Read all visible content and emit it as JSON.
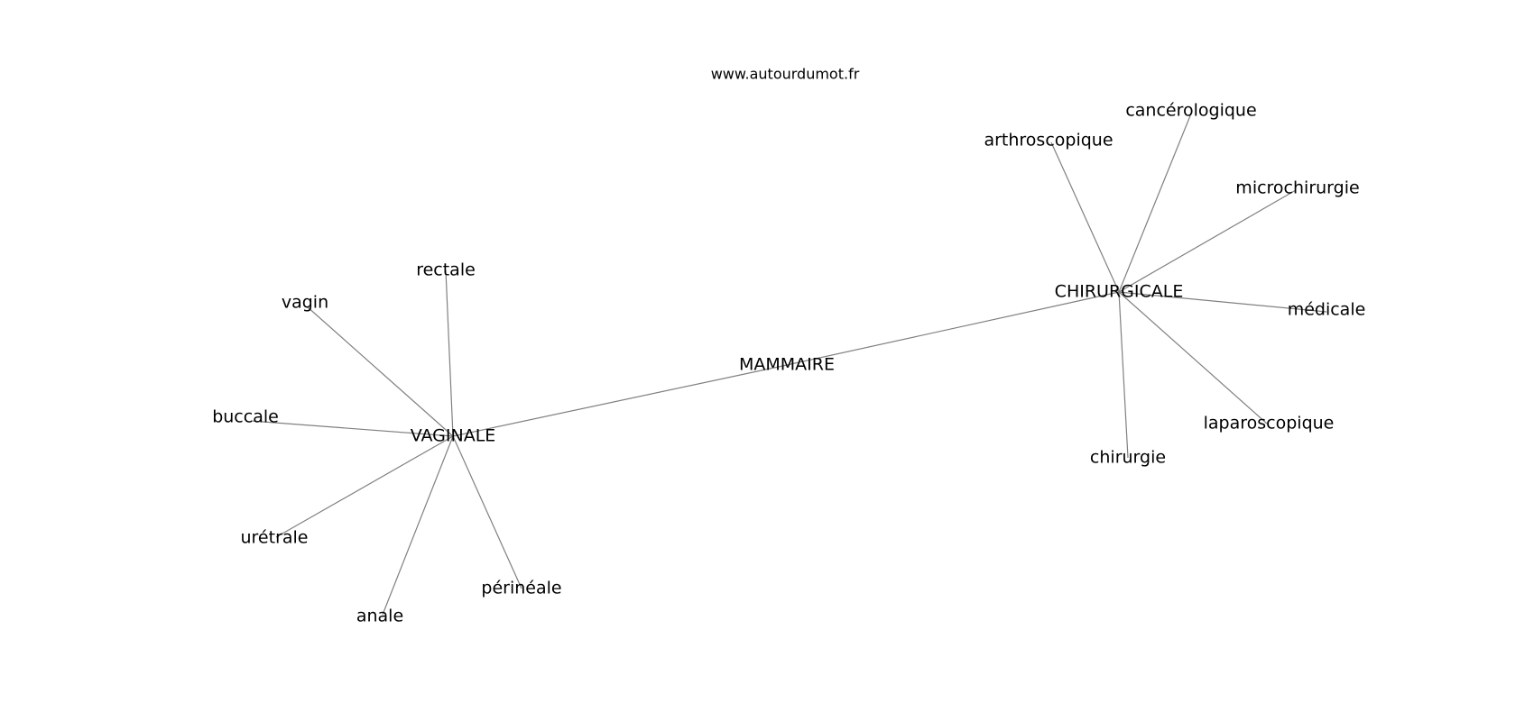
{
  "source": "www.autourdumot.fr",
  "nodes": {
    "mammaire": "MAMMAIRE",
    "vaginale": "VAGINALE",
    "chirurgicale": "CHIRURGICALE",
    "rectale": "rectale",
    "vagin": "vagin",
    "buccale": "buccale",
    "uretrale": "urétrale",
    "anale": "anale",
    "perineale": "périnéale",
    "arthroscopique": "arthroscopique",
    "cancerologique": "cancérologique",
    "microchirurgie": "microchirurgie",
    "medicale": "médicale",
    "laparoscopique": "laparoscopique",
    "chirurgie": "chirurgie"
  },
  "edges": [
    [
      "mammaire",
      "vaginale"
    ],
    [
      "mammaire",
      "chirurgicale"
    ],
    [
      "vaginale",
      "rectale"
    ],
    [
      "vaginale",
      "vagin"
    ],
    [
      "vaginale",
      "buccale"
    ],
    [
      "vaginale",
      "uretrale"
    ],
    [
      "vaginale",
      "anale"
    ],
    [
      "vaginale",
      "perineale"
    ],
    [
      "chirurgicale",
      "arthroscopique"
    ],
    [
      "chirurgicale",
      "cancerologique"
    ],
    [
      "chirurgicale",
      "microchirurgie"
    ],
    [
      "chirurgicale",
      "medicale"
    ],
    [
      "chirurgicale",
      "laparoscopique"
    ],
    [
      "chirurgicale",
      "chirurgie"
    ]
  ]
}
